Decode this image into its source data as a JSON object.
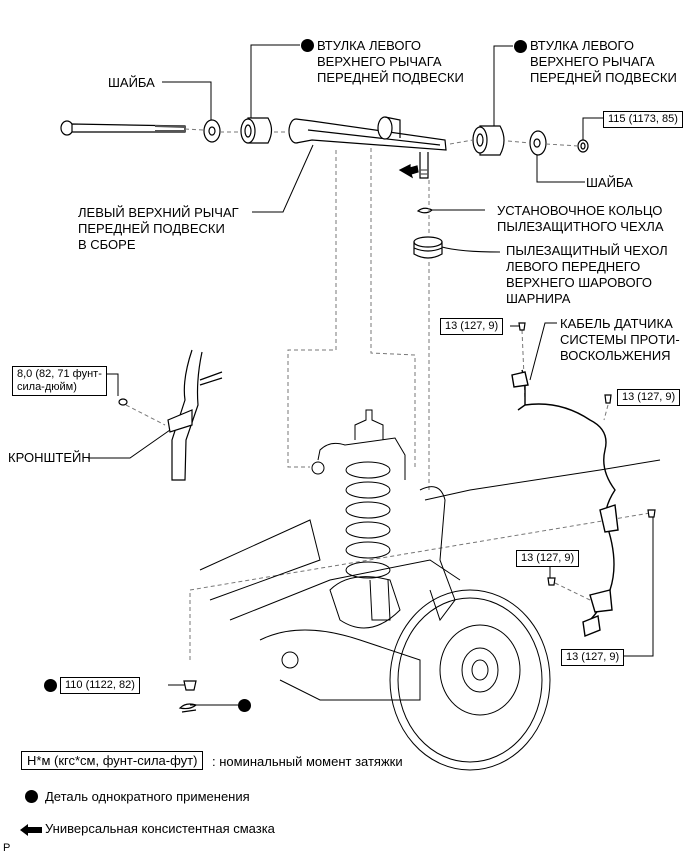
{
  "diagram": {
    "labels": {
      "washer_left": "ШАЙБА",
      "bushing_left": "ВТУЛКА ЛЕВОГО\nВЕРХНЕГО РЫЧАГА\nПЕРЕДНЕЙ ПОДВЕСКИ",
      "bushing_right": "ВТУЛКА ЛЕВОГО\nВЕРХНЕГО РЫЧАГА\nПЕРЕДНЕЙ ПОДВЕСКИ",
      "washer_right": "ШАЙБА",
      "upper_arm": "ЛЕВЫЙ ВЕРХНИЙ РЫЧАГ\nПЕРЕДНЕЙ ПОДВЕСКИ\nВ СБОРЕ",
      "boot_ring": "УСТАНОВОЧНОЕ КОЛЬЦО\nПЫЛЕЗАЩИТНОГО ЧЕХЛА",
      "dust_boot": "ПЫЛЕЗАЩИТНЫЙ ЧЕХОЛ\nЛЕВОГО ПЕРЕДНЕГО\nВЕРХНЕГО ШАРОВОГО\nШАРНИРА",
      "abs_cable": "КАБЕЛЬ ДАТЧИКА\nСИСТЕМЫ ПРОТИ-\nВОСКОЛЬЖЕНИЯ",
      "bracket": "КРОНШТЕЙН"
    },
    "torques": {
      "nut_arm": "115 (1173, 85)",
      "abs_bolt_1": "13 (127, 9)",
      "abs_bolt_2": "13 (127, 9)",
      "abs_bolt_3": "13 (127, 9)",
      "abs_bolt_4": "13 (127, 9)",
      "bracket_bolt": "8,0 (82, 71 фунт-\nсила-дюйм)",
      "ball_joint_nut": "110 (1122, 82)"
    }
  },
  "legend": {
    "torque_unit": "Н*м (кгс*см, фунт-сила-фут)",
    "torque_desc": ": номинальный момент затяжки",
    "non_reusable": "Деталь однократного применения",
    "grease": "Универсальная консистентная смазка"
  },
  "footer": {
    "code": "P"
  },
  "colors": {
    "ink": "#000000",
    "dashed": "#777777"
  }
}
